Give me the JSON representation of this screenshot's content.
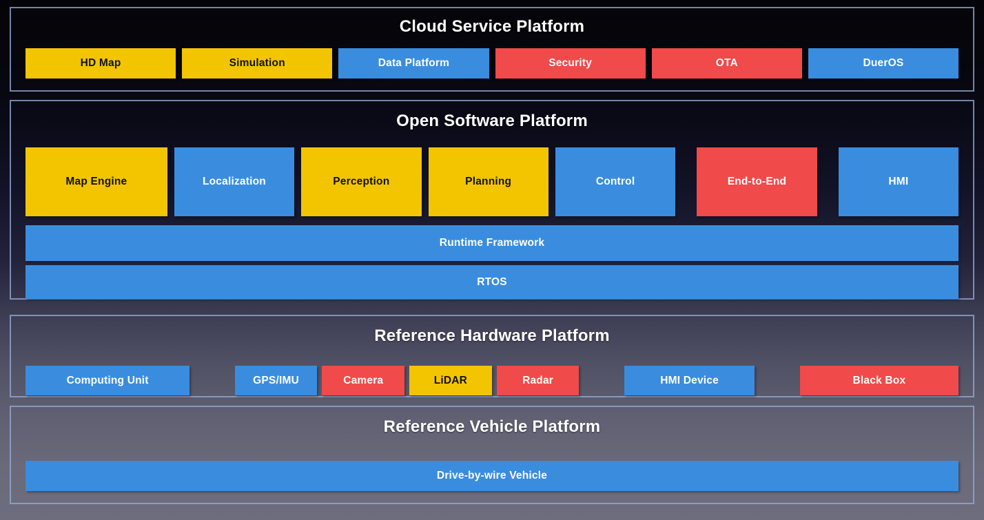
{
  "palette": {
    "yellow": "#f2c500",
    "blue": "#3a8dde",
    "red": "#f04a4a"
  },
  "text_colors": {
    "on_yellow": "#111111",
    "on_blue": "#ffffff",
    "on_red": "#ffffff"
  },
  "sections": {
    "cloud": {
      "title": "Cloud Service Platform",
      "items": [
        {
          "label": "HD Map",
          "color": "yellow"
        },
        {
          "label": "Simulation",
          "color": "yellow"
        },
        {
          "label": "Data Platform",
          "color": "blue"
        },
        {
          "label": "Security",
          "color": "red"
        },
        {
          "label": "OTA",
          "color": "red"
        },
        {
          "label": "DuerOS",
          "color": "blue"
        }
      ]
    },
    "software": {
      "title": "Open Software Platform",
      "modules": [
        {
          "label": "Map Engine",
          "color": "yellow"
        },
        {
          "label": "Localization",
          "color": "blue"
        },
        {
          "label": "Perception",
          "color": "yellow"
        },
        {
          "label": "Planning",
          "color": "yellow"
        },
        {
          "label": "Control",
          "color": "blue"
        },
        {
          "label": "End-to-End",
          "color": "red"
        },
        {
          "label": "HMI",
          "color": "blue"
        }
      ],
      "bars": [
        {
          "label": "Runtime Framework",
          "color": "blue"
        },
        {
          "label": "RTOS",
          "color": "blue"
        }
      ]
    },
    "hardware": {
      "title": "Reference Hardware Platform",
      "items": [
        {
          "label": "Computing Unit",
          "color": "blue"
        },
        {
          "label": "GPS/IMU",
          "color": "blue"
        },
        {
          "label": "Camera",
          "color": "red"
        },
        {
          "label": "LiDAR",
          "color": "yellow"
        },
        {
          "label": "Radar",
          "color": "red"
        },
        {
          "label": "HMI Device",
          "color": "blue"
        },
        {
          "label": "Black Box",
          "color": "red"
        }
      ]
    },
    "vehicle": {
      "title": "Reference Vehicle Platform",
      "bars": [
        {
          "label": "Drive-by-wire Vehicle",
          "color": "blue"
        }
      ]
    }
  }
}
